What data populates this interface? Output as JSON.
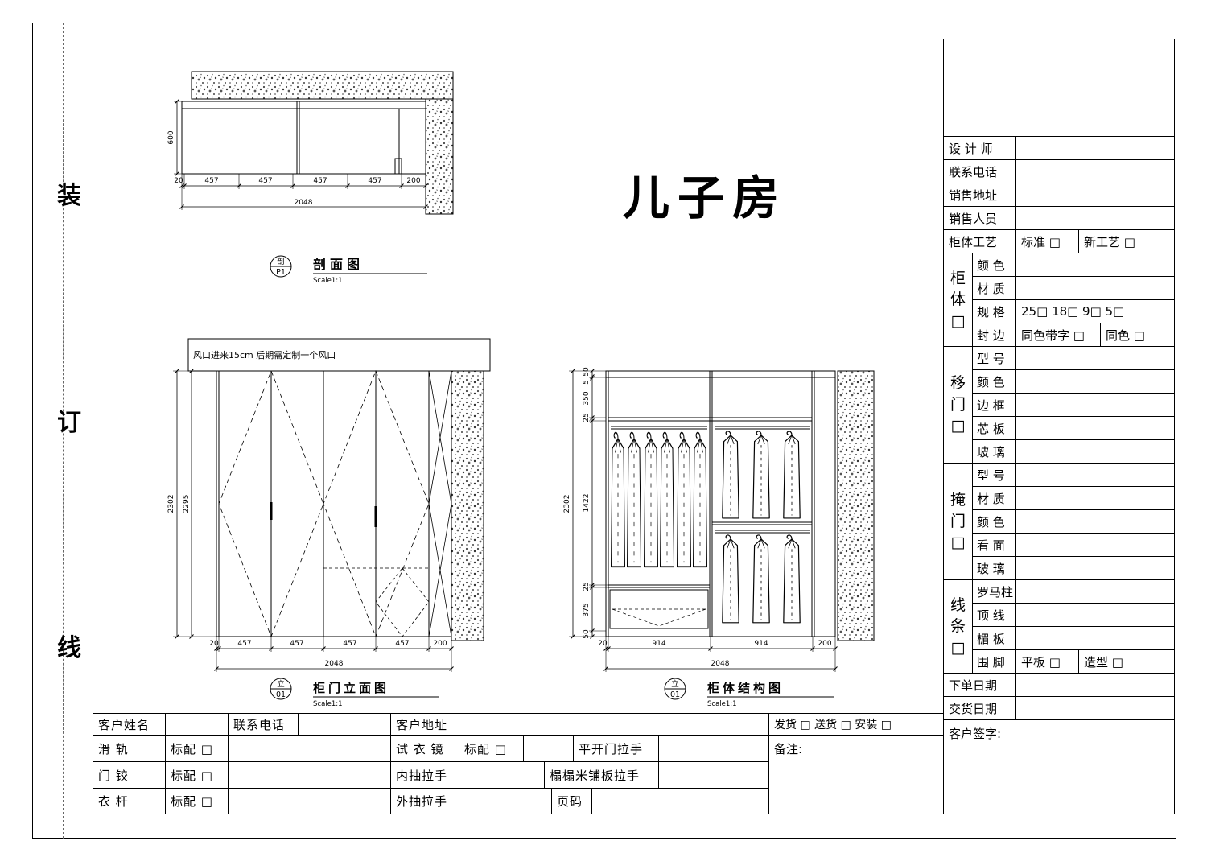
{
  "page": {
    "binding_chars": [
      "装",
      "订",
      "线"
    ],
    "room_title": "儿子房"
  },
  "drawings": {
    "section": {
      "tag": "剖",
      "no": "P1",
      "title": "剖面图",
      "scale": "Scale1:1",
      "dim_depth": "600",
      "dims_bottom": [
        "20",
        "457",
        "457",
        "457",
        "457",
        "200"
      ],
      "dim_total": "2048"
    },
    "elevation": {
      "tag": "立",
      "no": "01",
      "title": "柜门立面图",
      "scale": "Scale1:1",
      "note": "风口进来15cm 后期需定制一个风口",
      "dim_h_outer": "2302",
      "dim_h_inner": "2295",
      "dims_bottom": [
        "20",
        "457",
        "457",
        "457",
        "457",
        "200"
      ],
      "dim_total": "2048"
    },
    "structure": {
      "tag": "立",
      "no": "01",
      "title": "柜体结构图",
      "scale": "Scale1:1",
      "dim_h_outer": "2302",
      "dims_left": [
        "50",
        "5",
        "350",
        "25",
        "1422",
        "25",
        "375",
        "50"
      ],
      "dims_bottom": [
        "20",
        "914",
        "914",
        "200"
      ],
      "dim_total": "2048"
    }
  },
  "right_panel": {
    "info_rows": [
      {
        "label": "设 计 师"
      },
      {
        "label": "联系电话"
      },
      {
        "label": "销售地址"
      },
      {
        "label": "销售人员"
      }
    ],
    "craft": {
      "label": "柜体工艺",
      "opt1": "标准 □",
      "opt2": "新工艺 □"
    },
    "groups": [
      {
        "label": "柜\n体\n□",
        "rows": [
          {
            "label": "颜 色",
            "v1": "",
            "v2": ""
          },
          {
            "label": "材 质",
            "v1": "",
            "v2": ""
          },
          {
            "label": "规 格",
            "v1": "25□ 18□ 9□ 5□",
            "v2": ""
          },
          {
            "label": "封 边",
            "v1": "同色带字 □",
            "v2": "同色 □"
          }
        ]
      },
      {
        "label": "移\n门\n□",
        "rows": [
          {
            "label": "型 号"
          },
          {
            "label": "颜 色"
          },
          {
            "label": "边 框"
          },
          {
            "label": "芯 板"
          },
          {
            "label": "玻 璃"
          }
        ]
      },
      {
        "label": "掩\n门\n□",
        "rows": [
          {
            "label": "型 号"
          },
          {
            "label": "材 质"
          },
          {
            "label": "颜 色"
          },
          {
            "label": "看 面"
          },
          {
            "label": "玻 璃"
          }
        ]
      },
      {
        "label": "线\n条\n□",
        "rows": [
          {
            "label": "罗马柱",
            "v1": "",
            "v2": ""
          },
          {
            "label": "顶 线",
            "v1": "",
            "v2": ""
          },
          {
            "label": "楣 板",
            "v1": "",
            "v2": ""
          },
          {
            "label": "围 脚",
            "v1": "平板 □",
            "v2": "造型 □"
          }
        ]
      }
    ],
    "date_rows": [
      {
        "label": "下单日期"
      },
      {
        "label": "交货日期"
      }
    ],
    "sign_label": "客户签字:"
  },
  "bottom_table": {
    "row1": {
      "c1": "客户姓名",
      "c2": "联系电话",
      "c3": "客户地址",
      "shipping": "发货 □ 送货 □ 安装 □"
    },
    "row2": {
      "l1": "滑 轨",
      "std": "标配 □",
      "l2": "试 衣 镜",
      "m": "标配 □",
      "l3": "平开门拉手"
    },
    "row3": {
      "l1": "门 铰",
      "std": "标配 □",
      "l2": "内抽拉手",
      "m": "",
      "l3": "榻榻米铺板拉手"
    },
    "row4": {
      "l1": "衣 杆",
      "std": "标配 □",
      "l2": "外抽拉手",
      "m": "",
      "l3": "页码"
    },
    "note_label": "备注:"
  }
}
